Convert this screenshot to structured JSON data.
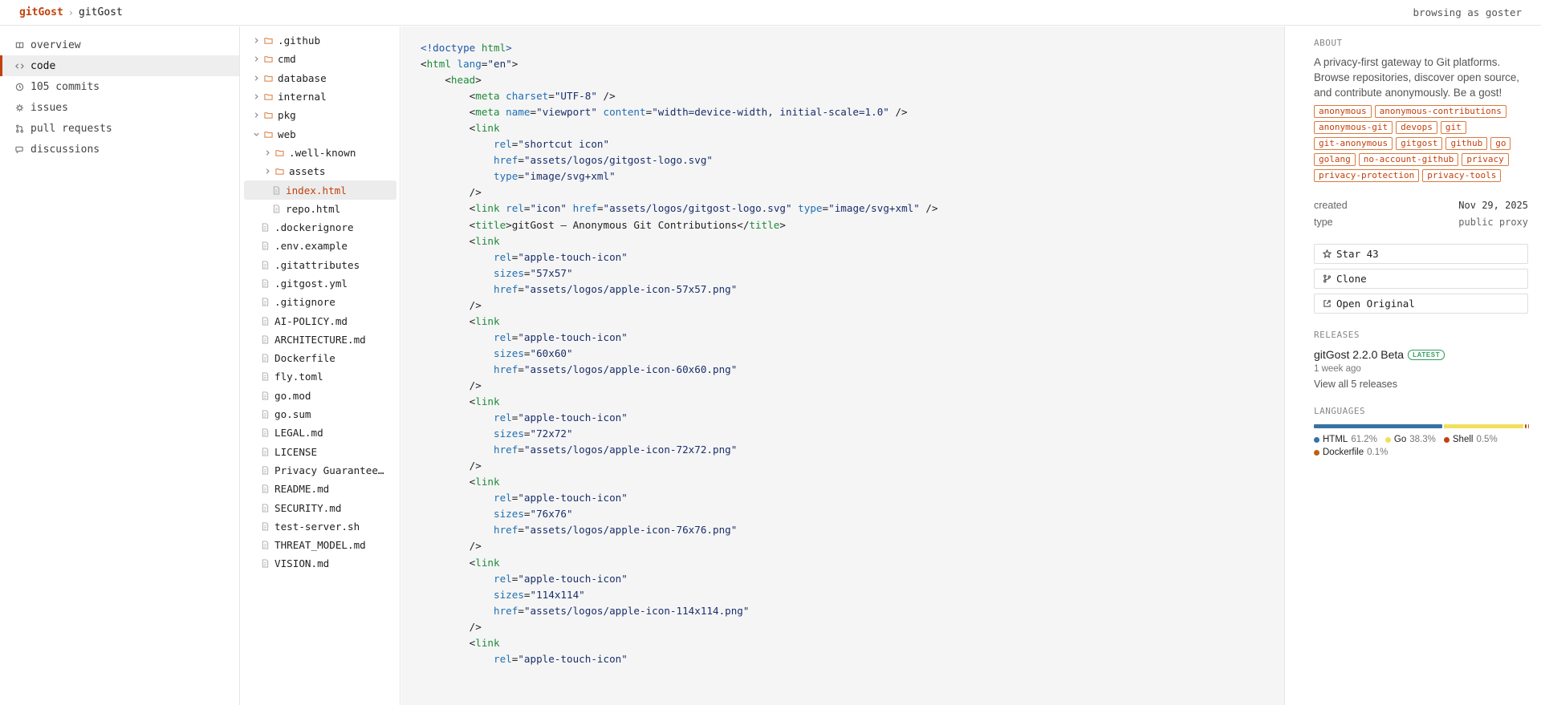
{
  "topbar": {
    "brand": "gitGost",
    "separator": "›",
    "repo": "gitGost",
    "browsing": "browsing as goster"
  },
  "nav": [
    {
      "label": "overview",
      "icon": "book-icon",
      "active": false
    },
    {
      "label": "code",
      "icon": "code-icon",
      "active": true
    },
    {
      "label": "105 commits",
      "icon": "history-icon",
      "active": false
    },
    {
      "label": "issues",
      "icon": "issue-icon",
      "active": false
    },
    {
      "label": "pull requests",
      "icon": "pull-request-icon",
      "active": false
    },
    {
      "label": "discussions",
      "icon": "discussion-icon",
      "active": false
    }
  ],
  "tree": [
    {
      "name": ".github",
      "type": "folder",
      "depth": 0,
      "open": false
    },
    {
      "name": "cmd",
      "type": "folder",
      "depth": 0,
      "open": false
    },
    {
      "name": "database",
      "type": "folder",
      "depth": 0,
      "open": false
    },
    {
      "name": "internal",
      "type": "folder",
      "depth": 0,
      "open": false
    },
    {
      "name": "pkg",
      "type": "folder",
      "depth": 0,
      "open": false
    },
    {
      "name": "web",
      "type": "folder",
      "depth": 0,
      "open": true
    },
    {
      "name": ".well-known",
      "type": "folder",
      "depth": 1,
      "open": false
    },
    {
      "name": "assets",
      "type": "folder",
      "depth": 1,
      "open": false
    },
    {
      "name": "index.html",
      "type": "file",
      "depth": 1,
      "selected": true
    },
    {
      "name": "repo.html",
      "type": "file",
      "depth": 1
    },
    {
      "name": ".dockerignore",
      "type": "file",
      "depth": 0
    },
    {
      "name": ".env.example",
      "type": "file",
      "depth": 0
    },
    {
      "name": ".gitattributes",
      "type": "file",
      "depth": 0
    },
    {
      "name": ".gitgost.yml",
      "type": "file",
      "depth": 0
    },
    {
      "name": ".gitignore",
      "type": "file",
      "depth": 0
    },
    {
      "name": "AI-POLICY.md",
      "type": "file",
      "depth": 0
    },
    {
      "name": "ARCHITECTURE.md",
      "type": "file",
      "depth": 0
    },
    {
      "name": "Dockerfile",
      "type": "file",
      "depth": 0
    },
    {
      "name": "fly.toml",
      "type": "file",
      "depth": 0
    },
    {
      "name": "go.mod",
      "type": "file",
      "depth": 0
    },
    {
      "name": "go.sum",
      "type": "file",
      "depth": 0
    },
    {
      "name": "LEGAL.md",
      "type": "file",
      "depth": 0
    },
    {
      "name": "LICENSE",
      "type": "file",
      "depth": 0
    },
    {
      "name": "Privacy Guarantee…",
      "type": "file",
      "depth": 0
    },
    {
      "name": "README.md",
      "type": "file",
      "depth": 0
    },
    {
      "name": "SECURITY.md",
      "type": "file",
      "depth": 0
    },
    {
      "name": "test-server.sh",
      "type": "file",
      "depth": 0
    },
    {
      "name": "THREAT_MODEL.md",
      "type": "file",
      "depth": 0
    },
    {
      "name": "VISION.md",
      "type": "file",
      "depth": 0
    }
  ],
  "code_lines": [
    [
      [
        "doc",
        "<!doctype "
      ],
      [
        "tag",
        "html"
      ],
      [
        "doc",
        ">"
      ]
    ],
    [
      [
        "p",
        "<"
      ],
      [
        "tag",
        "html "
      ],
      [
        "attr",
        "lang"
      ],
      [
        "p",
        "="
      ],
      [
        "str",
        "\"en\""
      ],
      [
        "p",
        ">"
      ]
    ],
    [
      [
        "p",
        "    <"
      ],
      [
        "tag",
        "head"
      ],
      [
        "p",
        ">"
      ]
    ],
    [
      [
        "p",
        "        <"
      ],
      [
        "tag",
        "meta "
      ],
      [
        "attr",
        "charset"
      ],
      [
        "p",
        "="
      ],
      [
        "str",
        "\"UTF-8\""
      ],
      [
        "p",
        " />"
      ]
    ],
    [
      [
        "p",
        "        <"
      ],
      [
        "tag",
        "meta "
      ],
      [
        "attr",
        "name"
      ],
      [
        "p",
        "="
      ],
      [
        "str",
        "\"viewport\" "
      ],
      [
        "attr",
        "content"
      ],
      [
        "p",
        "="
      ],
      [
        "str",
        "\"width=device-width, initial-scale=1.0\""
      ],
      [
        "p",
        " />"
      ]
    ],
    [
      [
        "p",
        "        <"
      ],
      [
        "tag",
        "link"
      ]
    ],
    [
      [
        "p",
        "            "
      ],
      [
        "attr",
        "rel"
      ],
      [
        "p",
        "="
      ],
      [
        "str",
        "\"shortcut icon\""
      ]
    ],
    [
      [
        "p",
        "            "
      ],
      [
        "attr",
        "href"
      ],
      [
        "p",
        "="
      ],
      [
        "str",
        "\"assets/logos/gitgost-logo.svg\""
      ]
    ],
    [
      [
        "p",
        "            "
      ],
      [
        "attr",
        "type"
      ],
      [
        "p",
        "="
      ],
      [
        "str",
        "\"image/svg+xml\""
      ]
    ],
    [
      [
        "p",
        "        />"
      ]
    ],
    [
      [
        "p",
        "        <"
      ],
      [
        "tag",
        "link "
      ],
      [
        "attr",
        "rel"
      ],
      [
        "p",
        "="
      ],
      [
        "str",
        "\"icon\" "
      ],
      [
        "attr",
        "href"
      ],
      [
        "p",
        "="
      ],
      [
        "str",
        "\"assets/logos/gitgost-logo.svg\" "
      ],
      [
        "attr",
        "type"
      ],
      [
        "p",
        "="
      ],
      [
        "str",
        "\"image/svg+xml\""
      ],
      [
        "p",
        " />"
      ]
    ],
    [
      [
        "p",
        "        <"
      ],
      [
        "tag",
        "title"
      ],
      [
        "p",
        ">gitGost — Anonymous Git Contributions</"
      ],
      [
        "tag",
        "title"
      ],
      [
        "p",
        ">"
      ]
    ],
    [
      [
        "p",
        "        <"
      ],
      [
        "tag",
        "link"
      ]
    ],
    [
      [
        "p",
        "            "
      ],
      [
        "attr",
        "rel"
      ],
      [
        "p",
        "="
      ],
      [
        "str",
        "\"apple-touch-icon\""
      ]
    ],
    [
      [
        "p",
        "            "
      ],
      [
        "attr",
        "sizes"
      ],
      [
        "p",
        "="
      ],
      [
        "str",
        "\"57x57\""
      ]
    ],
    [
      [
        "p",
        "            "
      ],
      [
        "attr",
        "href"
      ],
      [
        "p",
        "="
      ],
      [
        "str",
        "\"assets/logos/apple-icon-57x57.png\""
      ]
    ],
    [
      [
        "p",
        "        />"
      ]
    ],
    [
      [
        "p",
        "        <"
      ],
      [
        "tag",
        "link"
      ]
    ],
    [
      [
        "p",
        "            "
      ],
      [
        "attr",
        "rel"
      ],
      [
        "p",
        "="
      ],
      [
        "str",
        "\"apple-touch-icon\""
      ]
    ],
    [
      [
        "p",
        "            "
      ],
      [
        "attr",
        "sizes"
      ],
      [
        "p",
        "="
      ],
      [
        "str",
        "\"60x60\""
      ]
    ],
    [
      [
        "p",
        "            "
      ],
      [
        "attr",
        "href"
      ],
      [
        "p",
        "="
      ],
      [
        "str",
        "\"assets/logos/apple-icon-60x60.png\""
      ]
    ],
    [
      [
        "p",
        "        />"
      ]
    ],
    [
      [
        "p",
        "        <"
      ],
      [
        "tag",
        "link"
      ]
    ],
    [
      [
        "p",
        "            "
      ],
      [
        "attr",
        "rel"
      ],
      [
        "p",
        "="
      ],
      [
        "str",
        "\"apple-touch-icon\""
      ]
    ],
    [
      [
        "p",
        "            "
      ],
      [
        "attr",
        "sizes"
      ],
      [
        "p",
        "="
      ],
      [
        "str",
        "\"72x72\""
      ]
    ],
    [
      [
        "p",
        "            "
      ],
      [
        "attr",
        "href"
      ],
      [
        "p",
        "="
      ],
      [
        "str",
        "\"assets/logos/apple-icon-72x72.png\""
      ]
    ],
    [
      [
        "p",
        "        />"
      ]
    ],
    [
      [
        "p",
        "        <"
      ],
      [
        "tag",
        "link"
      ]
    ],
    [
      [
        "p",
        "            "
      ],
      [
        "attr",
        "rel"
      ],
      [
        "p",
        "="
      ],
      [
        "str",
        "\"apple-touch-icon\""
      ]
    ],
    [
      [
        "p",
        "            "
      ],
      [
        "attr",
        "sizes"
      ],
      [
        "p",
        "="
      ],
      [
        "str",
        "\"76x76\""
      ]
    ],
    [
      [
        "p",
        "            "
      ],
      [
        "attr",
        "href"
      ],
      [
        "p",
        "="
      ],
      [
        "str",
        "\"assets/logos/apple-icon-76x76.png\""
      ]
    ],
    [
      [
        "p",
        "        />"
      ]
    ],
    [
      [
        "p",
        "        <"
      ],
      [
        "tag",
        "link"
      ]
    ],
    [
      [
        "p",
        "            "
      ],
      [
        "attr",
        "rel"
      ],
      [
        "p",
        "="
      ],
      [
        "str",
        "\"apple-touch-icon\""
      ]
    ],
    [
      [
        "p",
        "            "
      ],
      [
        "attr",
        "sizes"
      ],
      [
        "p",
        "="
      ],
      [
        "str",
        "\"114x114\""
      ]
    ],
    [
      [
        "p",
        "            "
      ],
      [
        "attr",
        "href"
      ],
      [
        "p",
        "="
      ],
      [
        "str",
        "\"assets/logos/apple-icon-114x114.png\""
      ]
    ],
    [
      [
        "p",
        "        />"
      ]
    ],
    [
      [
        "p",
        "        <"
      ],
      [
        "tag",
        "link"
      ]
    ],
    [
      [
        "p",
        "            "
      ],
      [
        "attr",
        "rel"
      ],
      [
        "p",
        "="
      ],
      [
        "str",
        "\"apple-touch-icon\""
      ]
    ]
  ],
  "about": {
    "heading": "ABOUT",
    "description": "A privacy-first gateway to Git platforms. Browse repositories, discover open source, and contribute anonymously. Be a gost!",
    "tags": [
      "anonymous",
      "anonymous-contributions",
      "anonymous-git",
      "devops",
      "git",
      "git-anonymous",
      "gitgost",
      "github",
      "go",
      "golang",
      "no-account-github",
      "privacy",
      "privacy-protection",
      "privacy-tools"
    ]
  },
  "meta": {
    "created_label": "created",
    "created_value": "Nov 29, 2025",
    "type_label": "type",
    "type_value": "public proxy"
  },
  "buttons": {
    "star": "Star 43",
    "clone": "Clone",
    "open": "Open Original"
  },
  "releases": {
    "heading": "RELEASES",
    "title": "gitGost 2.2.0 Beta",
    "badge": "LATEST",
    "time": "1 week ago",
    "view_all": "View all 5 releases"
  },
  "languages": {
    "heading": "LANGUAGES",
    "items": [
      {
        "name": "HTML",
        "percent": "61.2%",
        "value": 61.2,
        "color": "#3572A5"
      },
      {
        "name": "Go",
        "percent": "38.3%",
        "value": 38.3,
        "color": "#f1e05a"
      },
      {
        "name": "Shell",
        "percent": "0.5%",
        "value": 0.5,
        "color": "#c2410c"
      },
      {
        "name": "Dockerfile",
        "percent": "0.1%",
        "value": 0.1,
        "color": "#c2600c"
      }
    ]
  },
  "colors": {
    "accent": "#c2410c",
    "code_bg": "#f5f5f5",
    "tag_green": "#1e8a3a",
    "attr_blue": "#1f6fb2"
  }
}
